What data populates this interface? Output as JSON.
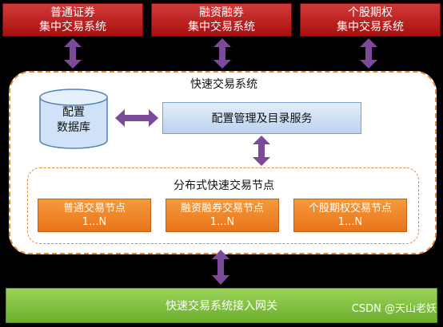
{
  "top_systems": [
    {
      "line1": "普通证券",
      "line2": "集中交易系统"
    },
    {
      "line1": "融资融券",
      "line2": "集中交易系统"
    },
    {
      "line1": "个股期权",
      "line2": "集中交易系统"
    }
  ],
  "fast_trading_system": {
    "title": "快速交易系统",
    "database": {
      "line1": "配置",
      "line2": "数据库"
    },
    "config_service": "配置管理及目录服务",
    "distributed": {
      "title": "分布式快速交易节点",
      "nodes": [
        {
          "name": "普通交易节点",
          "count": "1...N"
        },
        {
          "name": "融资融券交易节点",
          "count": "1...N"
        },
        {
          "name": "个股期权交易节点",
          "count": "1...N"
        }
      ]
    }
  },
  "gateway": "快速交易系统接入网关",
  "watermark": "CSDN @天山老妖",
  "colors": {
    "top_box_red": "#b81c1c",
    "arrow_purple": "#7b4a9a",
    "container_border_orange": "#e8892e",
    "node_orange": "#ef8626",
    "config_blue": "#c9daf2",
    "db_blue": "#cfe2f7",
    "gateway_green": "#82c242"
  }
}
